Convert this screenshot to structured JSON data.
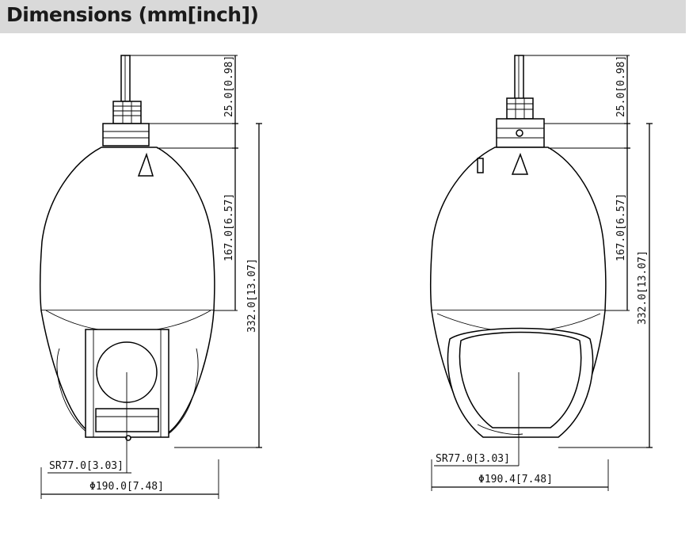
{
  "header": {
    "title": "Dimensions (mm[inch])"
  },
  "left_view": {
    "dim_cable": "25.0[0.98]",
    "dim_housing": "167.0[6.57]",
    "dim_total": "332.0[13.07]",
    "dim_radius": "SR77.0[3.03]",
    "dim_diameter": "Φ190.0[7.48]"
  },
  "right_view": {
    "dim_cable": "25.0[0.98]",
    "dim_housing": "167.0[6.57]",
    "dim_total": "332.0[13.07]",
    "dim_radius": "SR77.0[3.03]",
    "dim_diameter": "Φ190.4[7.48]"
  }
}
